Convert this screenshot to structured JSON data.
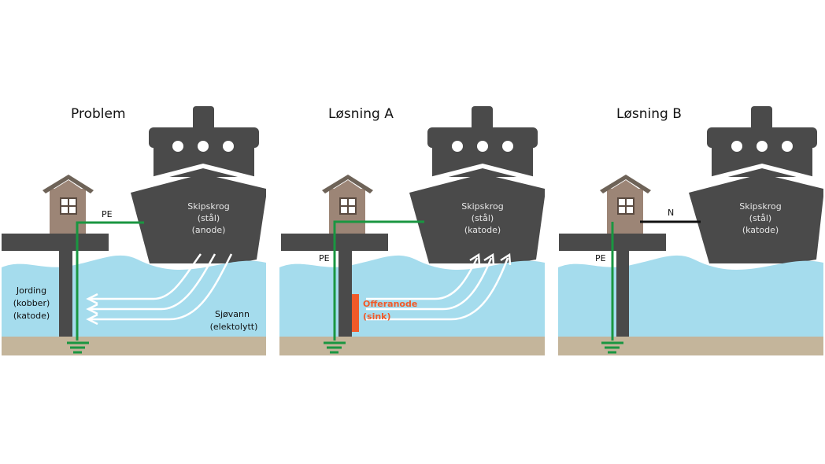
{
  "colors": {
    "ship": "#4a4a4a",
    "water": "#a5dced",
    "sand": "#c4b59b",
    "house_body": "#9c8576",
    "house_roof": "#6e6358",
    "dock": "#4a4a4a",
    "pe_wire": "#1a9641",
    "n_wire": "#111111",
    "current_arrow": "#ffffff",
    "sacrificial_anode": "#f15a29"
  },
  "panels": [
    {
      "id": "problem",
      "title": "Problem",
      "hull_label": [
        "Skipskrog",
        "(stål)",
        "(anode)"
      ],
      "pe_label": "PE",
      "connection": "PE",
      "grounding_label": [
        "Jording",
        "(kobber)",
        "(katode)"
      ],
      "seawater_label": [
        "Sjøvann",
        "(elektolytt)"
      ],
      "current_direction": "ship-to-dock",
      "has_sacrificial_anode": false
    },
    {
      "id": "losning-a",
      "title": "Løsning A",
      "hull_label": [
        "Skipskrog",
        "(stål)",
        "(katode)"
      ],
      "pe_label": "PE",
      "connection": "PE",
      "anode_label": [
        "Offeranode",
        "(sink)"
      ],
      "current_direction": "anode-to-ship",
      "has_sacrificial_anode": true
    },
    {
      "id": "losning-b",
      "title": "Løsning B",
      "hull_label": [
        "Skipskrog",
        "(stål)",
        "(katode)"
      ],
      "pe_label": "PE",
      "n_label": "N",
      "connection": "N",
      "current_direction": "none",
      "has_sacrificial_anode": false
    }
  ]
}
